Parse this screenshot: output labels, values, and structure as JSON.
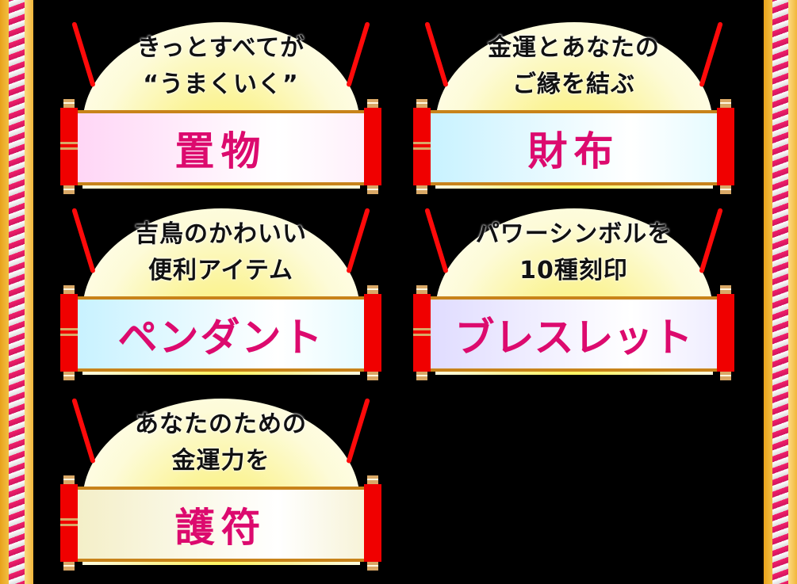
{
  "colors": {
    "background": "#000000",
    "title_text": "#dc0a6e",
    "roller_red": "#f00000",
    "stick_red": "#ff0a0a",
    "rope_gold": "#f6c84e",
    "rope_pink": "#f3206a"
  },
  "banners": [
    {
      "id": "ornament",
      "caption": [
        "きっとすべてが",
        "“うまくいく”"
      ],
      "title": "置物",
      "panel_gradient": [
        "#ffd6f6",
        "#ffffff"
      ]
    },
    {
      "id": "wallet",
      "caption": [
        "金運とあなたの",
        "ご縁を結ぶ"
      ],
      "title": "財布",
      "panel_gradient": [
        "#c8f2ff",
        "#ffffff"
      ]
    },
    {
      "id": "pendant",
      "caption": [
        "吉鳥のかわいい",
        "便利アイテム"
      ],
      "title": "ペンダント",
      "panel_gradient": [
        "#c8f2ff",
        "#ffffff"
      ]
    },
    {
      "id": "bracelet",
      "caption": [
        "パワーシンボルを",
        "10種刻印"
      ],
      "title": "ブレスレット",
      "panel_gradient": [
        "#e0dcff",
        "#ffffff"
      ]
    },
    {
      "id": "amulet",
      "caption": [
        "あなたのための",
        "金運力を"
      ],
      "title": "護符",
      "panel_gradient": [
        "#f4efc8",
        "#ffffff"
      ]
    }
  ]
}
